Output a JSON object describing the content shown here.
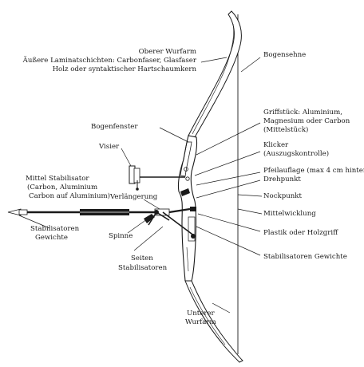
{
  "labels": {
    "oberer_wurfarm": "Oberer Wurfarm",
    "laminat_1": "Äußere Laminatschichten: Carbonfaser, Glasfaser",
    "laminat_2": "Holz oder syntaktischer Hartschaumkern",
    "bogensehne": "Bogensehne",
    "griffstueck_1": "Griffstück: Aluminium,",
    "griffstueck_2": "Magnesium oder Carbon",
    "griffstueck_3": "(Mittelstück)",
    "bogenfenster": "Bogenfenster",
    "visier": "Visier",
    "klicker_1": "Klicker",
    "klicker_2": "(Auszugskontrolle)",
    "pfeilauflage": "Pfeilauflage (max 4 cm hinter)",
    "drehpunkt": "Drehpunkt",
    "mittel_stab_1": "Mittel Stabilisator",
    "mittel_stab_2": "(Carbon, Aluminium",
    "mittel_stab_3": "Carbon auf Aluminium)",
    "verlaengerung": "Verlängerung",
    "nockpunkt": "Nockpunkt",
    "mittelwicklung": "Mittelwicklung",
    "plastik": "Plastik oder Holzgriff",
    "stab_gewichte_1": "Stabilisatoren",
    "stab_gewichte_2": "Gewichte",
    "spinne": "Spinne",
    "seiten_1": "Seiten",
    "seiten_2": "Stabilisatoren",
    "stab_gewichte_rechts": "Stabilisatoren  Gewichte",
    "unterer_1": "Unterer",
    "unterer_2": "Wurfarm"
  }
}
